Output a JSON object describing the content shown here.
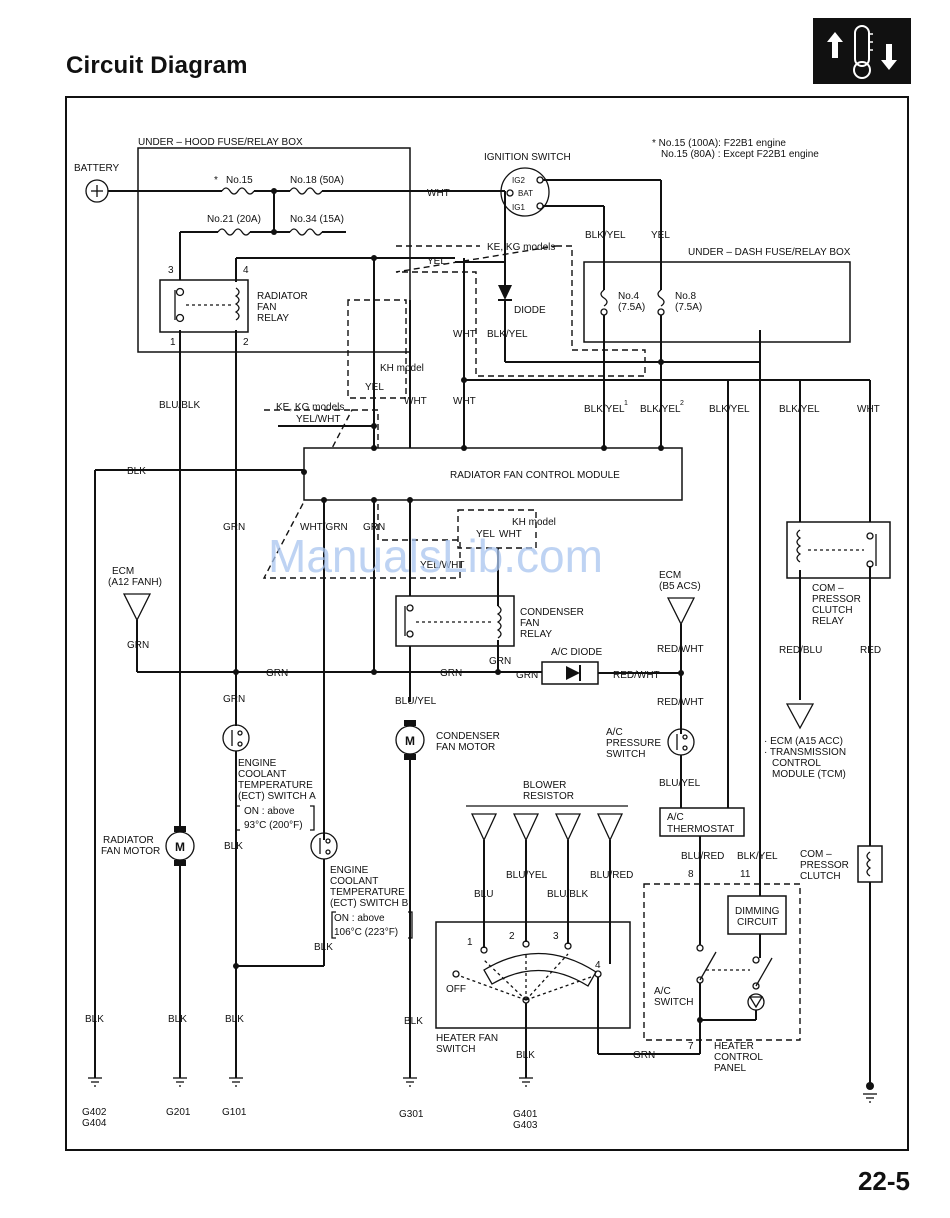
{
  "page": {
    "title": "Circuit Diagram",
    "page_number": "22-5",
    "watermark": "ManualsLib.com"
  },
  "section_icon": {
    "name": "climate-temperature-icon",
    "bg": "#111111"
  },
  "notes": {
    "line1": "* No.15 (100A): F22B1 engine",
    "line2": "No.15 (80A) : Except F22B1 engine"
  },
  "labels": {
    "under_hood_box": "UNDER – HOOD FUSE/RELAY BOX",
    "under_dash_box": "UNDER – DASH FUSE/RELAY BOX",
    "battery": "BATTERY",
    "ignition_switch": "IGNITION SWITCH",
    "ig2": "IG2",
    "bat": "BAT",
    "ig1": "IG1",
    "fuse15": "No.15",
    "fuse15_star": "*",
    "fuse18": "No.18 (50A)",
    "fuse21": "No.21 (20A)",
    "fuse34": "No.34 (15A)",
    "fuse4": "No.4",
    "fuse4_amp": "(7.5A)",
    "fuse8": "No.8",
    "fuse8_amp": "(7.5A)",
    "relay_rad_1": "RADIATOR",
    "relay_rad_2": "FAN",
    "relay_rad_3": "RELAY",
    "pin3": "3",
    "pin4": "4",
    "pin1": "1",
    "pin2": "2",
    "wht_top": "WHT",
    "yel": "YEL",
    "blk_yel_ig": "BLK/YEL",
    "yel_ig": "YEL",
    "ke_kg_top": "KE, KG models",
    "yel_ke": "YEL",
    "diode": "DIODE",
    "wht_mid": "WHT",
    "blk_yel_mid": "BLK/YEL",
    "kh_model": "KH model",
    "yel_kh": "YEL",
    "wht_a": "WHT",
    "wht_b": "WHT",
    "blk_yel1": "BLK/YEL",
    "sup1": "1",
    "blk_yel2": "BLK/YEL",
    "sup2": "2",
    "blk_yel3": "BLK/YEL",
    "blk_yel4": "BLK/YEL",
    "wht_right": "WHT",
    "blu_blk": "BLU/BLK",
    "ke_kg_mid": "KE, KG models",
    "yel_wht": "YEL/WHT",
    "blk_left": "BLK",
    "rfcm": "RADIATOR FAN CONTROL MODULE",
    "grn_a": "GRN",
    "wht_grn": "WHT/GRN",
    "grn_b": "GRN",
    "kh_model2": "KH model",
    "yel_kh2": "YEL",
    "wht_kh2": "WHT",
    "yel_wht2": "YEL/WHT",
    "ecm_left_1": "ECM",
    "ecm_left_2": "(A12 FANH)",
    "grn_ecm": "GRN",
    "ecm_mid_1": "ECM",
    "ecm_mid_2": "(B5 ACS)",
    "cond_relay_1": "CONDENSER",
    "cond_relay_2": "FAN",
    "cond_relay_3": "RELAY",
    "grn_cond": "GRN",
    "grn_bus1": "GRN",
    "grn_bus2": "GRN",
    "grn_bus3": "GRN",
    "ac_diode": "A/C DIODE",
    "red_wht1": "RED/WHT",
    "red_wht2": "RED/WHT",
    "red_wht3": "RED/WHT",
    "comp_relay_1": "COM –",
    "comp_relay_2": "PRESSOR",
    "comp_relay_3": "CLUTCH",
    "comp_relay_4": "RELAY",
    "red_blu": "RED/BLU",
    "red": "RED",
    "grn_ect": "GRN",
    "blu_yel_cond": "BLU/YEL",
    "cond_motor_1": "CONDENSER",
    "cond_motor_2": "FAN MOTOR",
    "ac_press_1": "A/C",
    "ac_press_2": "PRESSURE",
    "ac_press_3": "SWITCH",
    "ecm_r_1": "· ECM (A15 ACC)",
    "ecm_r_2": "· TRANSMISSION",
    "ecm_r_3": "CONTROL",
    "ecm_r_4": "MODULE (TCM)",
    "ect_a_1": "ENGINE",
    "ect_a_2": "COOLANT",
    "ect_a_3": "TEMPERATURE",
    "ect_a_4": "(ECT) SWITCH A",
    "ect_a_5": "ON : above",
    "ect_a_6": "93°C (200°F)",
    "blu_yel_ac": "BLU/YEL",
    "ac_thermo_1": "A/C",
    "ac_thermo_2": "THERMOSTAT",
    "blower_1": "BLOWER",
    "blower_2": "RESISTOR",
    "rad_motor_1": "RADIATOR",
    "rad_motor_2": "FAN MOTOR",
    "m": "M",
    "blk_ect": "BLK",
    "ect_b_1": "ENGINE",
    "ect_b_2": "COOLANT",
    "ect_b_3": "TEMPERATURE",
    "ect_b_4": "(ECT) SWITCH B",
    "ect_b_5": "ON : above",
    "ect_b_6": "106°C (223°F)",
    "blk_ectb": "BLK",
    "blu": "BLU",
    "blu_yel_bl": "BLU/YEL",
    "blu_blk_bl": "BLU/BLK",
    "blu_red": "BLU/RED",
    "blu_red_hc": "BLU/RED",
    "blk_yel_hc": "BLK/YEL",
    "pin8": "8",
    "pin11": "11",
    "dimming_1": "DIMMING",
    "dimming_2": "CIRCUIT",
    "comp_clutch_1": "COM –",
    "comp_clutch_2": "PRESSOR",
    "comp_clutch_3": "CLUTCH",
    "sw1": "1",
    "sw2": "2",
    "sw3": "3",
    "sw4": "4",
    "off": "OFF",
    "ac_switch_1": "A/C",
    "ac_switch_2": "SWITCH",
    "hfs_1": "HEATER FAN",
    "hfs_2": "SWITCH",
    "grn_hc": "GRN",
    "pin7": "7",
    "hcp_1": "HEATER",
    "hcp_2": "CONTROL",
    "hcp_3": "PANEL",
    "blk_g402": "BLK",
    "blk_g201": "BLK",
    "blk_g101": "BLK",
    "blk_g301": "BLK",
    "blk_g401": "BLK",
    "g402": "G402",
    "g404": "G404",
    "g201": "G201",
    "g101": "G101",
    "g301": "G301",
    "g401": "G401",
    "g403": "G403"
  }
}
